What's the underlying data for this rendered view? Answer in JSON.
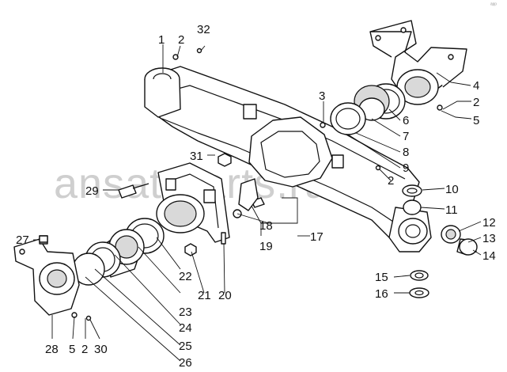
{
  "watermark": "ansat-parts.ru",
  "corner_mark": "ᵃᵖᵖ",
  "callouts": [
    {
      "id": "c1",
      "label": "1"
    },
    {
      "id": "c2a",
      "label": "2"
    },
    {
      "id": "c32",
      "label": "32"
    },
    {
      "id": "c3",
      "label": "3"
    },
    {
      "id": "c4",
      "label": "4"
    },
    {
      "id": "c2b",
      "label": "2"
    },
    {
      "id": "c5a",
      "label": "5"
    },
    {
      "id": "c6",
      "label": "6"
    },
    {
      "id": "c7",
      "label": "7"
    },
    {
      "id": "c8",
      "label": "8"
    },
    {
      "id": "c9",
      "label": "9"
    },
    {
      "id": "c2c",
      "label": "2"
    },
    {
      "id": "c10",
      "label": "10"
    },
    {
      "id": "c11",
      "label": "11"
    },
    {
      "id": "c31",
      "label": "31"
    },
    {
      "id": "c29",
      "label": "29"
    },
    {
      "id": "c18",
      "label": "18"
    },
    {
      "id": "c17",
      "label": "17"
    },
    {
      "id": "c19",
      "label": "19"
    },
    {
      "id": "c12",
      "label": "12"
    },
    {
      "id": "c13",
      "label": "13"
    },
    {
      "id": "c14",
      "label": "14"
    },
    {
      "id": "c27",
      "label": "27"
    },
    {
      "id": "c22",
      "label": "22"
    },
    {
      "id": "c21",
      "label": "21"
    },
    {
      "id": "c20",
      "label": "20"
    },
    {
      "id": "c15",
      "label": "15"
    },
    {
      "id": "c16",
      "label": "16"
    },
    {
      "id": "c23",
      "label": "23"
    },
    {
      "id": "c24",
      "label": "24"
    },
    {
      "id": "c25",
      "label": "25"
    },
    {
      "id": "c26",
      "label": "26"
    },
    {
      "id": "c28",
      "label": "28"
    },
    {
      "id": "c5b",
      "label": "5"
    },
    {
      "id": "c2d",
      "label": "2"
    },
    {
      "id": "c30",
      "label": "30"
    }
  ]
}
